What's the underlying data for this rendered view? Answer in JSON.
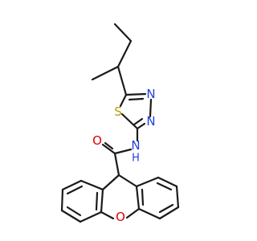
{
  "molecule": {
    "atoms": {
      "sulfur": {
        "symbol": "S",
        "color": "#b8a000"
      },
      "thiadiazole_n1": {
        "symbol": "N",
        "color": "#1f3fe0"
      },
      "thiadiazole_n2": {
        "symbol": "N",
        "color": "#1f3fe0"
      },
      "amide_n": {
        "symbol": "N",
        "color": "#1f3fe0"
      },
      "amide_h": {
        "symbol": "H",
        "color": "#1f3fe0"
      },
      "carbonyl_o": {
        "symbol": "O",
        "color": "#e00000"
      },
      "xanthene_o": {
        "symbol": "O",
        "color": "#e00000"
      }
    },
    "bond_color": "#1a1a1a"
  }
}
